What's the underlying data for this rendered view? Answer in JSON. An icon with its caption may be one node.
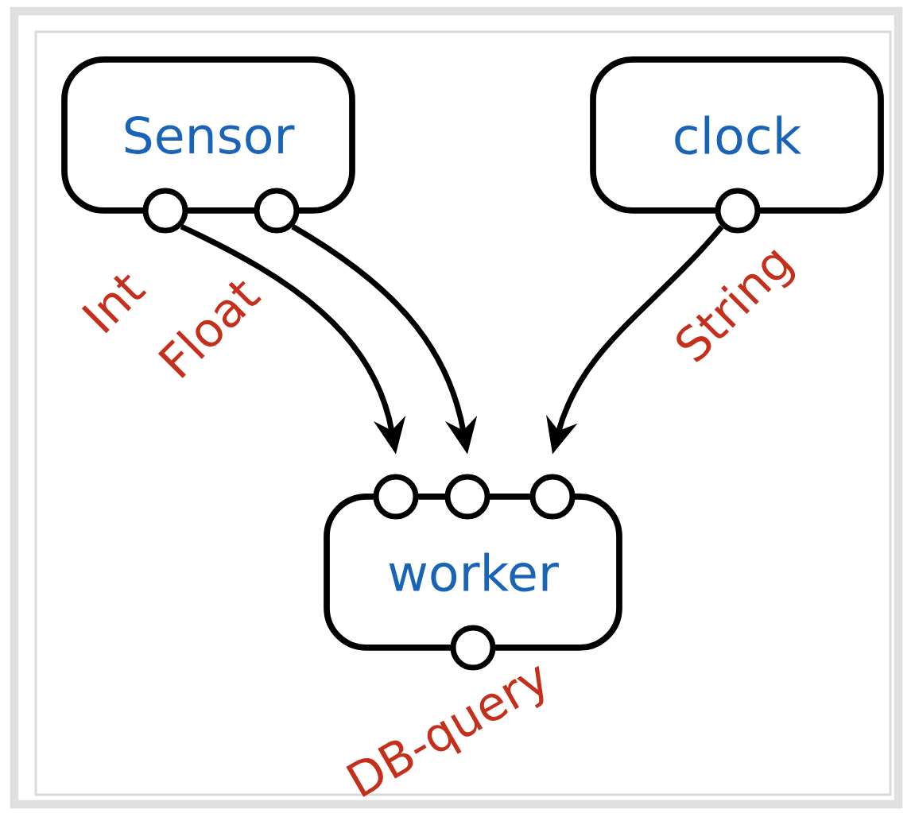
{
  "diagram": {
    "nodes": [
      {
        "text": [
          "Sensor"
        ]
      },
      {
        "text": [
          "clock"
        ]
      },
      {
        "text": [
          "worker"
        ]
      },
      {
        "text": [],
        "shape": "circle",
        "beside": [
          "Int"
        ]
      },
      {
        "text": [],
        "shape": "circle",
        "beside": [
          "Float"
        ]
      },
      {
        "text": [],
        "shape": "circle",
        "beside": [
          "String"
        ]
      },
      {
        "text": [],
        "shape": "circle"
      },
      {
        "text": [],
        "shape": "circle"
      },
      {
        "text": [],
        "shape": "circle"
      },
      {
        "text": [],
        "shape": "circle",
        "beside": [
          "DB-query"
        ]
      }
    ],
    "edges": [
      {
        "from": 3,
        "to": 6,
        "arrow": "to"
      },
      {
        "from": 4,
        "to": 7,
        "arrow": "to"
      },
      {
        "from": 5,
        "to": 8,
        "arrow": "to"
      }
    ]
  }
}
